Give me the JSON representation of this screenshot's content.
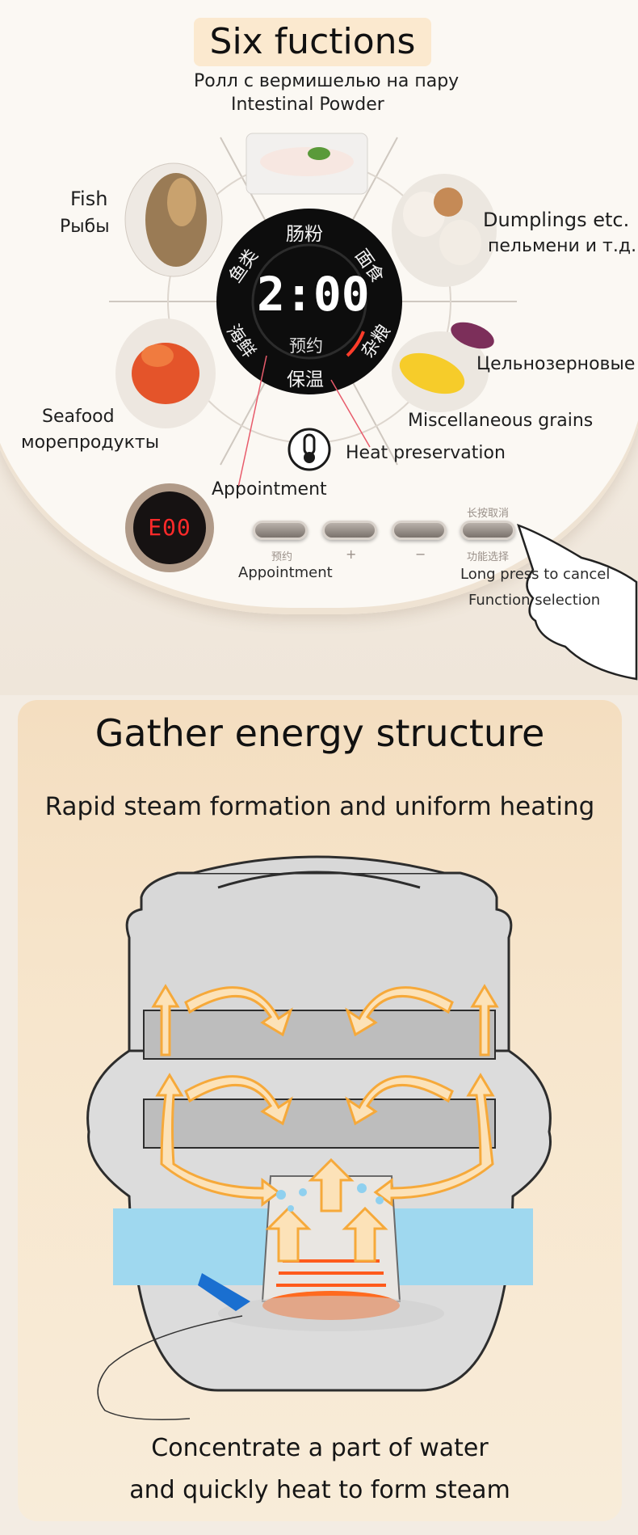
{
  "top": {
    "title": "Six fuctions",
    "subtitle_ru": "Ролл с вермишелью на пару",
    "subtitle_en": "Intestinal Powder",
    "fish_en": "Fish",
    "fish_ru": "Рыбы",
    "dumplings_en": "Dumplings etc.",
    "dumplings_ru": "пельмени и т.д.",
    "grains_ru": "Цельнозерновые",
    "grains_en": "Miscellaneous grains",
    "seafood_en": "Seafood",
    "seafood_ru": "морепродукты",
    "heat_preservation": "Heat preservation",
    "appointment_callout": "Appointment",
    "dial": {
      "display": "2:00",
      "ring_top": "肠粉",
      "ring_top_right": "面食",
      "ring_right": "杂粮",
      "ring_bottom": "保温",
      "ring_left": "海鲜",
      "ring_top_left": "鱼类",
      "center_small": "预约"
    },
    "led_display": "E00",
    "btn_labels": {
      "appointment_cn": "预约",
      "plus": "+",
      "minus": "−",
      "long_press_cn": "长按取消",
      "function_cn": "功能选择"
    },
    "appointment_en": "Appointment",
    "long_press_en": "Long press to cancel",
    "function_en": "Function selection"
  },
  "bottom": {
    "heading": "Gather energy structure",
    "subheading": "Rapid steam formation and uniform heating",
    "caption_line1": "Concentrate a part of water",
    "caption_line2": "and quickly heat to form steam"
  },
  "colors": {
    "accent_orange": "#f6a93a",
    "arrow_fill": "#fce2b8",
    "water": "#9fd8ef",
    "heat": "#ff6a1f"
  }
}
